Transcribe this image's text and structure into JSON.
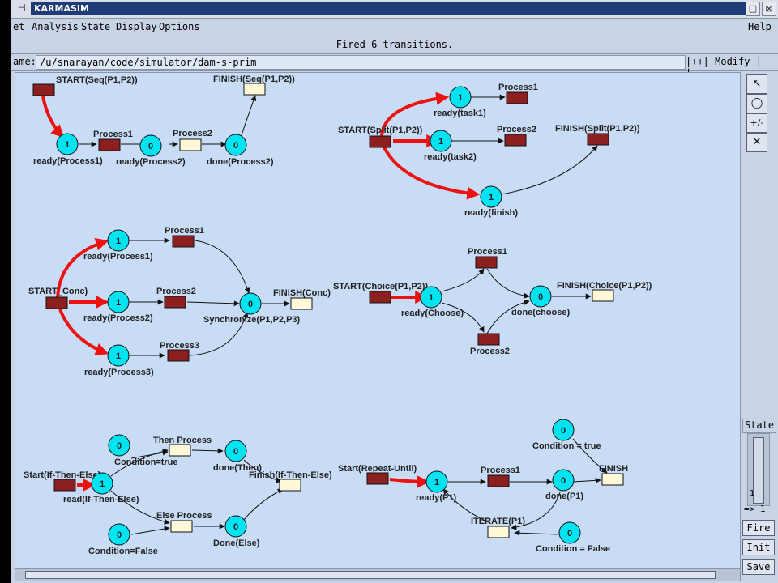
{
  "window": {
    "title": "KARMASIM",
    "dash": "⊣",
    "btn_min": "□",
    "btn_max": "⊠"
  },
  "menu": {
    "items": [
      "et",
      "Analysis",
      "State",
      "Display",
      "Options"
    ],
    "help": "Help"
  },
  "status_text": "Fired 6 transitions.",
  "namebar": {
    "label": "ame:",
    "path": "/u/snarayan/code/simulator/dam-s-prim",
    "mode": "|++| Modify |--|"
  },
  "tools": {
    "pointer": "↖",
    "place": "◯",
    "plusminus": "+/-",
    "delete": "✕"
  },
  "state_panel": {
    "label": "State",
    "value": "1",
    "arrow": "=>  1"
  },
  "buttons": {
    "fire": "Fire",
    "init": "Init",
    "save": "Save"
  },
  "labels": {
    "seq_start": "START(Seq(P1,P2))",
    "seq_finish": "FINISH(Seq(P1,P2))",
    "seq_p1": "Process1",
    "seq_p2": "Process2",
    "seq_ready1": "ready(Process1)",
    "seq_ready2": "ready(Process2)",
    "seq_done2": "done(Process2)",
    "split_start": "START(Split(P1,P2))",
    "split_finish": "FINISH(Split(P1,P2))",
    "split_p1": "Process1",
    "split_p2": "Process2",
    "split_task1": "ready(task1)",
    "split_task2": "ready(task2)",
    "split_finishp": "ready(finish)",
    "conc_start": "START_Conc)",
    "conc_finish": "FINISH(Conc)",
    "conc_p1": "Process1",
    "conc_p2": "Process2",
    "conc_p3": "Process3",
    "conc_r1": "ready(Process1)",
    "conc_r2": "ready(Process2)",
    "conc_r3": "ready(Process3)",
    "conc_sync": "Synchronize(P1,P2,P3)",
    "ch_start": "START(Choice(P1,P2))",
    "ch_finish": "FINISH(Choice(P1,P2))",
    "ch_p1": "Process1",
    "ch_p2": "Process2",
    "ch_ready": "ready(Choose)",
    "ch_done": "done(choose)",
    "ite_start": "Start(If-Then-Else)",
    "ite_then": "Then  Process",
    "ite_else": "Else Process",
    "ite_finish": "Finish(If-Then-Else)",
    "ite_cond_true": "Condition=true",
    "ite_cond_false": "Condition=False",
    "ite_read": "read(If-Then-Else)",
    "ite_done_then": "done(Then)",
    "ite_done_else": "Done(Else)",
    "ru_start": "Start(Repeat-Until)",
    "ru_p1": "Process1",
    "ru_finish": "FINISH",
    "ru_iterate": "ITERATE(P1)",
    "ru_cond_true": "Condition = true",
    "ru_cond_false": "Condition = False",
    "ru_ready": "ready(P1)",
    "ru_done": "done(P1)"
  },
  "tokens": {
    "seq_ready1": "1",
    "seq_ready2": "0",
    "seq_done2": "0",
    "split_task1": "1",
    "split_task2": "1",
    "split_finish": "1",
    "conc_r1": "1",
    "conc_r2": "1",
    "conc_r3": "1",
    "conc_sync": "0",
    "ch_ready": "1",
    "ch_done": "0",
    "ite_cond_true": "0",
    "ite_read": "1",
    "ite_done_then": "0",
    "ite_done_else": "0",
    "ite_cond_false": "0",
    "ru_ready": "1",
    "ru_done": "0",
    "ru_cond_true": "0",
    "ru_cond_false": "0"
  },
  "colors": {
    "place": "#00e4f2",
    "transition_active": "#8c1f1f",
    "transition_idle": "#fff8d8",
    "fired_arc": "#ee1111"
  }
}
